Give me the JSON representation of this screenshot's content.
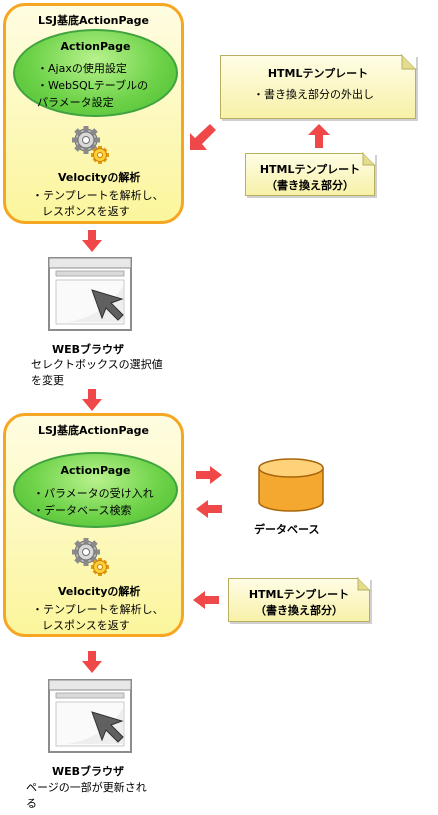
{
  "top_panel": {
    "title": "LSJ基底ActionPage",
    "action_page": {
      "title": "ActionPage",
      "items": [
        "・Ajaxの使用設定",
        "・WebSQLテーブルの",
        "パラメータ設定"
      ]
    },
    "velocity": {
      "title": "Velocityの解析",
      "lines": [
        "・テンプレートを解析し、",
        "レスポンスを返す"
      ]
    }
  },
  "template_note_large": {
    "title": "HTMLテンプレート",
    "item": "・書き換え部分の外出し"
  },
  "template_note_small_top": {
    "line1": "HTMLテンプレート",
    "line2": "（書き換え部分）"
  },
  "browser_1": {
    "title": "WEBブラウザ",
    "lines": [
      "セレクトボックスの選択値",
      "を変更"
    ]
  },
  "bottom_panel": {
    "title": "LSJ基底ActionPage",
    "action_page": {
      "title": "ActionPage",
      "items": [
        "・パラメータの受け入れ",
        "・データベース検索"
      ]
    },
    "velocity": {
      "title": "Velocityの解析",
      "lines": [
        "・テンプレートを解析し、",
        "レスポンスを返す"
      ]
    }
  },
  "database": {
    "label": "データベース"
  },
  "template_note_small_bottom": {
    "line1": "HTMLテンプレート",
    "line2": "（書き換え部分）"
  },
  "browser_2": {
    "title": "WEBブラウザ",
    "lines": [
      "ページの一部が更新され",
      "る"
    ]
  },
  "colors": {
    "panel_border": "#f5a623",
    "panel_fill": "#fbf59c",
    "ellipse_fill": "#6fd34a",
    "arrow": "#f04848",
    "database_fill": "#f5a830"
  },
  "icons": [
    "gear-icon",
    "browser-window-icon",
    "cursor-arrow-icon",
    "database-cylinder-icon",
    "red-arrow-icon"
  ]
}
